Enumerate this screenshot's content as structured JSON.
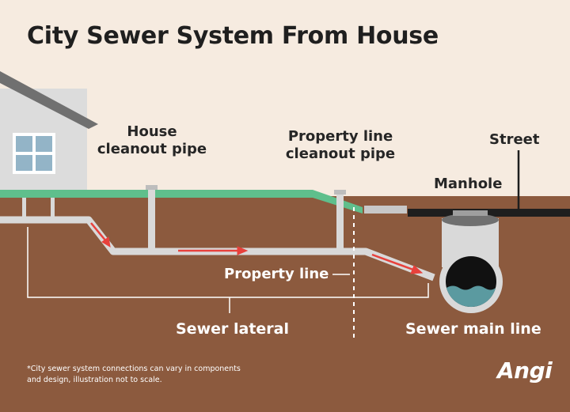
{
  "title": "City Sewer System From House",
  "labels": {
    "house_cleanout_pipe": "House\ncleanout pipe",
    "property_line_cleanout_pipe": "Property line\ncleanout pipe",
    "street": "Street",
    "manhole": "Manhole",
    "property_line": "Property line",
    "sewer_lateral": "Sewer lateral",
    "sewer_main_line": "Sewer main line"
  },
  "footnote": "*City sewer system connections can vary in components and design, illustration not to scale.",
  "logo": "Angi",
  "colors": {
    "background": "#f6ebe0",
    "soil": "#8c5a3e",
    "grass": "#5fbf8c",
    "pipe": "#d9d9d9",
    "flow_arrow": "#e8413c",
    "water": "#5b9aa0",
    "street": "#1e1e1e",
    "house": "#dcdcdc"
  }
}
